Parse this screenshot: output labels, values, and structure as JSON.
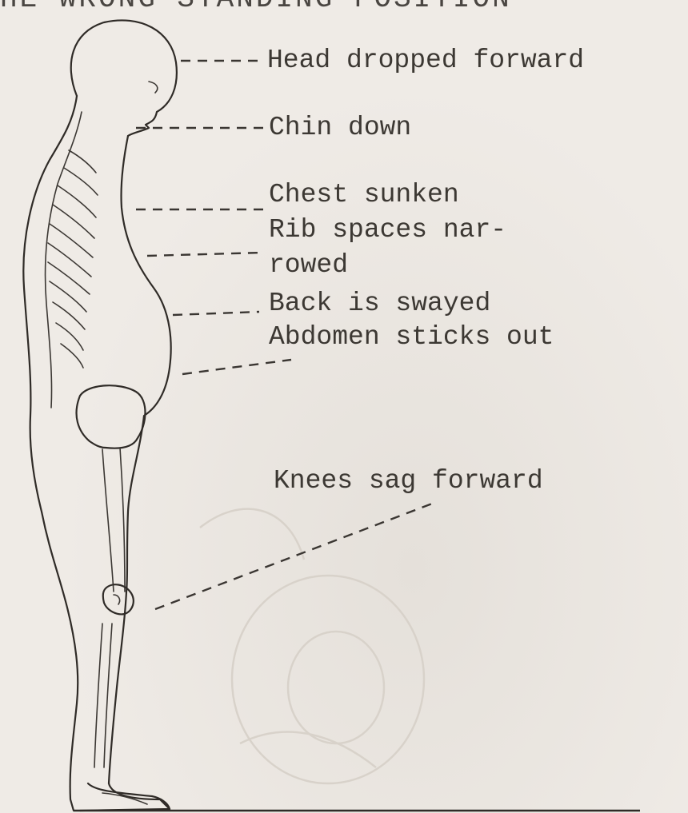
{
  "header_fragment": "HE WRONG STANDING POSITION",
  "labels": {
    "head": "Head dropped forward",
    "chin": "Chin down",
    "chest": "Chest sunken",
    "ribs_line1": "Rib spaces nar-",
    "ribs_line2": "rowed",
    "back": "Back is swayed",
    "abdomen": "Abdomen sticks out",
    "knees": "Knees sag forward"
  },
  "colors": {
    "paper": "#efebe6",
    "ink": "#2f2b27"
  }
}
